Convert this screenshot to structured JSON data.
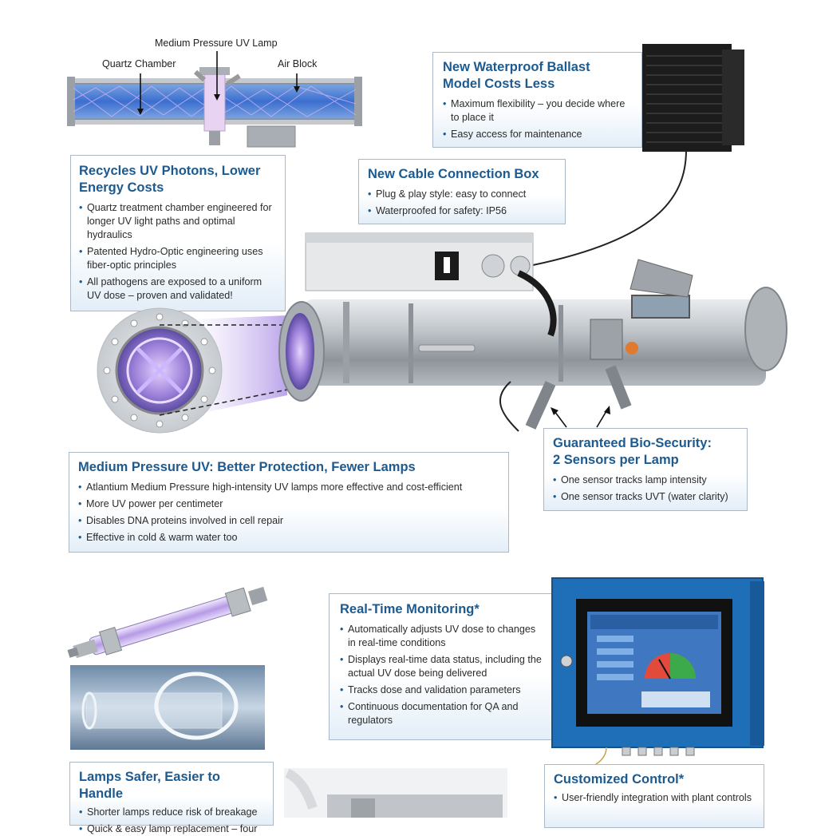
{
  "diagram_labels": {
    "lamp": "Medium Pressure UV Lamp",
    "quartz": "Quartz Chamber",
    "air_block": "Air Block"
  },
  "ballast": {
    "title_line1": "New Waterproof Ballast",
    "title_line2": "Model Costs Less",
    "bullets": [
      "Maximum flexibility – you decide where to place it",
      "Easy access for maintenance"
    ]
  },
  "cable_box": {
    "title": "New Cable Connection Box",
    "bullets": [
      "Plug & play style: easy to connect",
      "Waterproofed for safety: IP56"
    ]
  },
  "recycles": {
    "title_line1": "Recycles UV Photons, Lower",
    "title_line2": "Energy Costs",
    "bullets": [
      "Quartz treatment chamber engineered for longer UV light paths and optimal hydraulics",
      "Patented Hydro-Optic engineering uses fiber-optic principles",
      "All pathogens are exposed to a uniform UV dose – proven and validated!"
    ]
  },
  "biosecurity": {
    "title_line1": "Guaranteed Bio-Security:",
    "title_line2": "2 Sensors per Lamp",
    "bullets": [
      "One sensor tracks lamp intensity",
      "One sensor tracks UVT (water clarity)"
    ]
  },
  "medium_pressure": {
    "title": "Medium Pressure UV: Better Protection, Fewer Lamps",
    "bullets": [
      "Atlantium Medium Pressure high-intensity UV lamps more effective and cost-efficient",
      "More UV power per centimeter",
      "Disables DNA proteins involved in cell repair",
      "Effective in cold & warm water too"
    ]
  },
  "monitoring": {
    "title": "Real-Time Monitoring*",
    "bullets": [
      "Automatically adjusts UV dose to changes in real-time conditions",
      "Displays real-time data status, including the actual UV dose being delivered",
      "Tracks dose and validation parameters",
      "Continuous documentation for QA and regulators"
    ]
  },
  "lamps_safer": {
    "title": "Lamps Safer, Easier to Handle",
    "bullets": [
      "Shorter lamps reduce risk of breakage",
      "Quick & easy lamp replacement – four"
    ]
  },
  "custom_control": {
    "title": "Customized Control*",
    "bullets": [
      "User-friendly integration with plant controls"
    ]
  },
  "colors": {
    "heading_blue": "#1d5a8f",
    "panel_blue": "#1f6fb8",
    "steel": "#b9bec4"
  }
}
